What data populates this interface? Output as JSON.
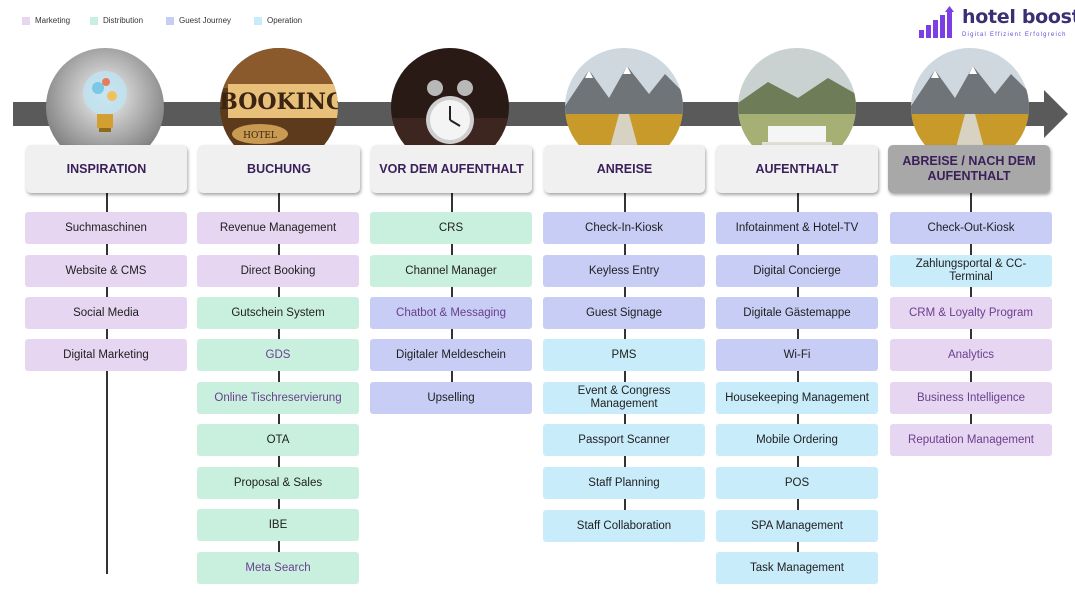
{
  "legend": [
    {
      "label": "Marketing",
      "color": "#e6d6f1"
    },
    {
      "label": "Distribution",
      "color": "#c9f0df"
    },
    {
      "label": "Guest Journey",
      "color": "#c7cdf5"
    },
    {
      "label": "Operation",
      "color": "#c9ecfa"
    }
  ],
  "logo": {
    "name": "hotel boost",
    "tagline": "Digital Effizient Erfolgreich"
  },
  "colors": {
    "marketing": "#e6d6f1",
    "distribution": "#c9f0df",
    "guest_journey": "#c7cdf5",
    "operation": "#c9ecfa",
    "arrow": "#5a5a5a",
    "stage_box": "#f0f0f0",
    "stage_box_last": "#a8a8a8"
  },
  "phases": [
    {
      "title": "INSPIRATION",
      "image": "lightbulb",
      "items": [
        {
          "label": "Suchmaschinen",
          "category": "marketing"
        },
        {
          "label": "Website & CMS",
          "category": "marketing"
        },
        {
          "label": "Social Media",
          "category": "marketing"
        },
        {
          "label": "Digital Marketing",
          "category": "marketing"
        }
      ]
    },
    {
      "title": "BUCHUNG",
      "image": "booking-sign",
      "items": [
        {
          "label": "Revenue Management",
          "category": "marketing"
        },
        {
          "label": "Direct Booking",
          "category": "marketing"
        },
        {
          "label": "Gutschein System",
          "category": "distribution"
        },
        {
          "label": "GDS",
          "category": "distribution"
        },
        {
          "label": "Online Tischreservierung",
          "category": "distribution"
        },
        {
          "label": "OTA",
          "category": "distribution"
        },
        {
          "label": "Proposal & Sales",
          "category": "distribution"
        },
        {
          "label": "IBE",
          "category": "distribution"
        },
        {
          "label": "Meta Search",
          "category": "distribution"
        }
      ]
    },
    {
      "title": "VOR DEM AUFENTHALT",
      "image": "alarm-clock",
      "items": [
        {
          "label": "CRS",
          "category": "distribution"
        },
        {
          "label": "Channel Manager",
          "category": "distribution"
        },
        {
          "label": "Chatbot & Messaging",
          "category": "guest_journey"
        },
        {
          "label": "Digitaler Meldeschein",
          "category": "guest_journey"
        },
        {
          "label": "Upselling",
          "category": "guest_journey"
        }
      ]
    },
    {
      "title": "ANREISE",
      "image": "mountain-road",
      "items": [
        {
          "label": "Check-In-Kiosk",
          "category": "guest_journey"
        },
        {
          "label": "Keyless Entry",
          "category": "guest_journey"
        },
        {
          "label": "Guest Signage",
          "category": "guest_journey"
        },
        {
          "label": "PMS",
          "category": "operation"
        },
        {
          "label": "Event & Congress Management",
          "category": "operation"
        },
        {
          "label": "Passport Scanner",
          "category": "operation"
        },
        {
          "label": "Staff Planning",
          "category": "operation"
        },
        {
          "label": "Staff Collaboration",
          "category": "operation"
        }
      ]
    },
    {
      "title": "AUFENTHALT",
      "image": "hotel-room-view",
      "items": [
        {
          "label": "Infotainment & Hotel-TV",
          "category": "guest_journey"
        },
        {
          "label": "Digital Concierge",
          "category": "guest_journey"
        },
        {
          "label": "Digitale Gästemappe",
          "category": "guest_journey"
        },
        {
          "label": "Wi-Fi",
          "category": "guest_journey"
        },
        {
          "label": "Housekeeping Management",
          "category": "operation"
        },
        {
          "label": "Mobile Ordering",
          "category": "operation"
        },
        {
          "label": "POS",
          "category": "operation"
        },
        {
          "label": "SPA Management",
          "category": "operation"
        },
        {
          "label": "Task Management",
          "category": "operation"
        }
      ]
    },
    {
      "title": "ABREISE / NACH DEM AUFENTHALT",
      "image": "mountain-road",
      "items": [
        {
          "label": "Check-Out-Kiosk",
          "category": "guest_journey"
        },
        {
          "label": "Zahlungsportal & CC-Terminal",
          "category": "operation"
        },
        {
          "label": "CRM & Loyalty Program",
          "category": "marketing"
        },
        {
          "label": "Analytics",
          "category": "marketing"
        },
        {
          "label": "Business Intelligence",
          "category": "marketing"
        },
        {
          "label": "Reputation Management",
          "category": "marketing"
        }
      ]
    }
  ]
}
